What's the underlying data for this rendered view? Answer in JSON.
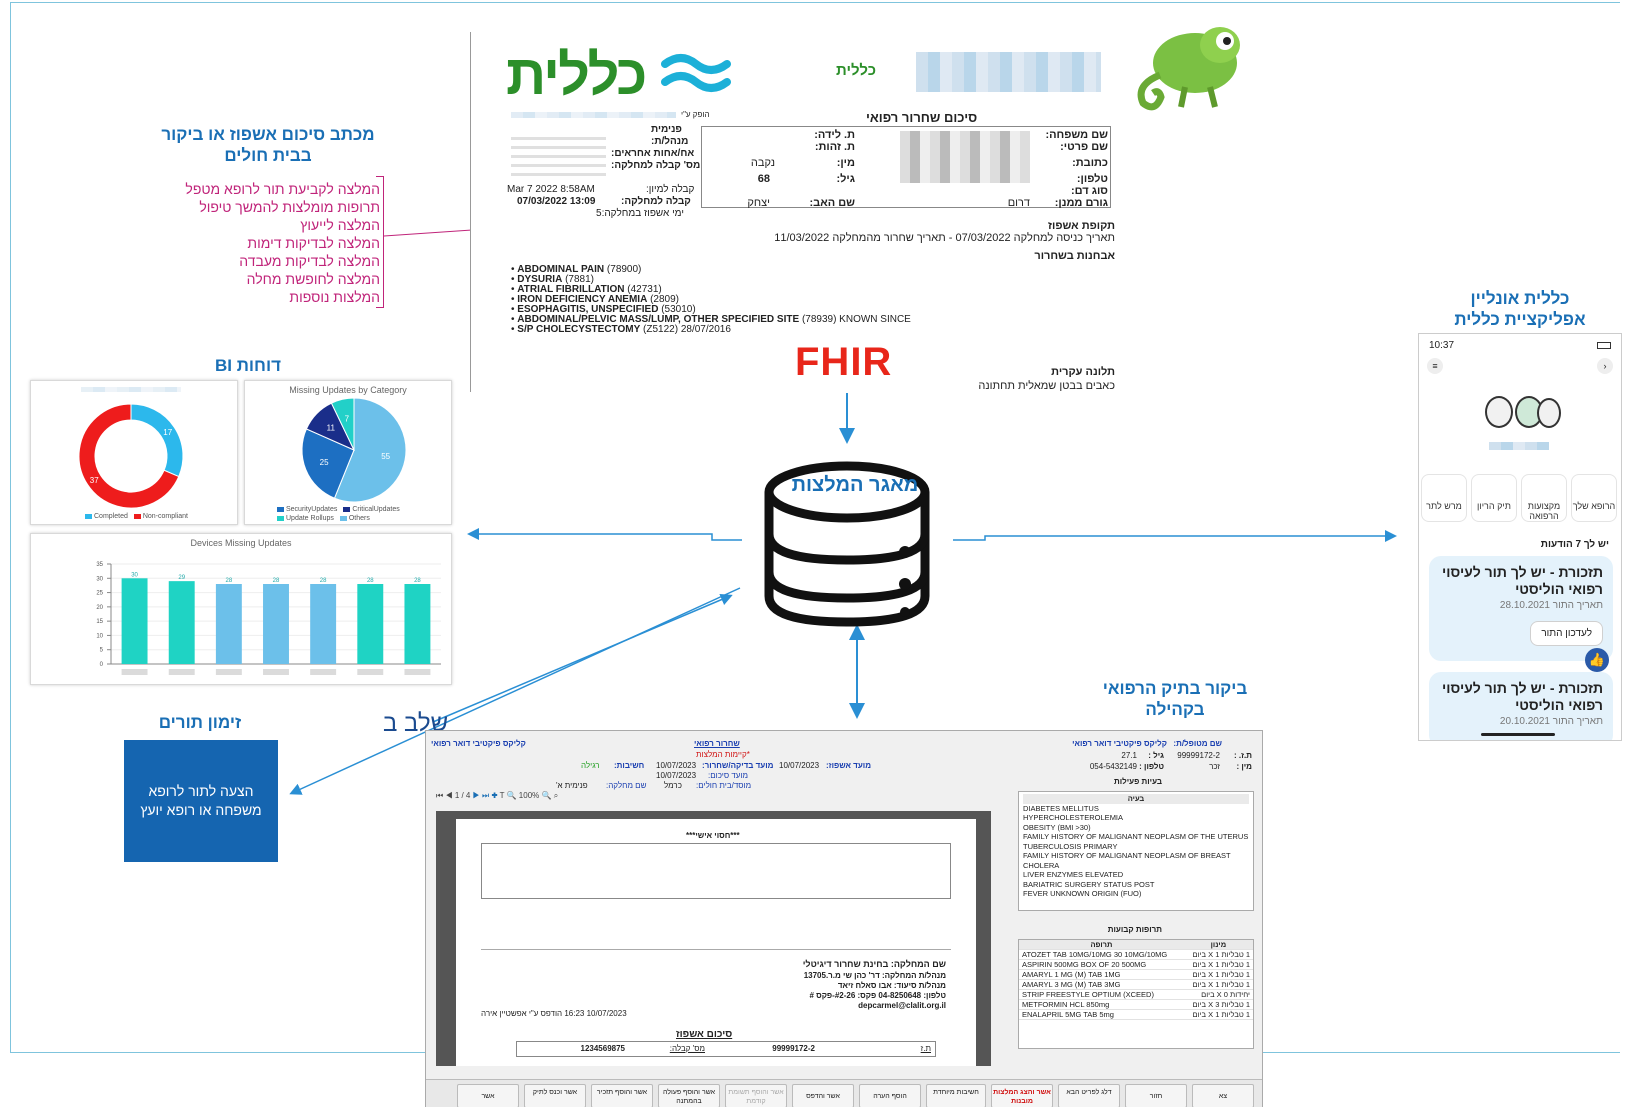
{
  "titles": {
    "discharge_letter": "מכתב סיכום אשפוז או ביקור בבית חולים",
    "bi_reports": "דוחות BI",
    "appointments": "זימון תורים",
    "clalit_online": "כללית אונליין אפליקציית כללית",
    "emr_visit": "ביקור בתיק הרפואי בקהילה",
    "fhir": "FHIR",
    "repository": "מאגר המלצות",
    "stage_b": "שלב ב"
  },
  "recommendations": [
    "המלצה לקביעת תור לרופא מטפל",
    "תרופות מומלצות להמשך טיפול",
    "המלצה לייעוץ",
    "המלצה לבדיקות דימות",
    "המלצה לבדיקות מעבדה",
    "המלצה לחופשת מחלה",
    "המלצות נוספות"
  ],
  "appointment_box": "הצעה לתור לרופא משפחה או רופא יועץ",
  "discharge_doc": {
    "logo": "כללית",
    "sublogo": "כללית",
    "doc_title": "סיכום שחרור רפואי",
    "issued_by": "הופק ע\"י",
    "left_fields": [
      "פנימית",
      "מנהל/ת:",
      "אח/אחות אחראים:",
      "מס' קבלה למחלקה:",
      "קבלה למיון:",
      "קבלה למחלקה:",
      "ימי אשפוז במחלקה:5"
    ],
    "admit_er": "Mar 7 2022 8:58AM",
    "admit_ward": "13:09 07/03/2022",
    "box_labels_right": [
      "שם משפחה:",
      "שם פרטי:",
      "כתובת:",
      "טלפון:",
      "סוג דם:",
      "גורם ממנן:"
    ],
    "box_labels_mid": [
      "ת. לידה:",
      "ת. זהות:",
      "מין:",
      "גיל:",
      "שם האב:"
    ],
    "gender": "נקבה",
    "age": "68",
    "father": "יצחק",
    "region": "דרום",
    "period_label": "תקופת אשפוז",
    "period_line": "תאריך כניסה למחלקה 07/03/2022 - תאריך שחרור מהמחלקה 11/03/2022",
    "diag_label": "אבחנות בשחרור",
    "diagnoses": [
      {
        "name": "ABDOMINAL PAIN",
        "code": "(78900)"
      },
      {
        "name": "DYSURIA",
        "code": "(7881)"
      },
      {
        "name": "ATRIAL FIBRILLATION",
        "code": "(42731)"
      },
      {
        "name": "IRON DEFICIENCY ANEMIA",
        "code": "(2809)"
      },
      {
        "name": "ESOPHAGITIS, UNSPECIFIED",
        "code": "(53010)"
      },
      {
        "name": "ABDOMINAL/PELVIC MASS/LUMP, OTHER SPECIFIED SITE",
        "code": "(78939) KNOWN SINCE"
      },
      {
        "name": "S/P CHOLECYSTECTOMY",
        "code": "(Z5122) 28/07/2016"
      }
    ],
    "complaint_label": "תלונה עקרית",
    "complaint": "כאבים בבטן שמאלית תחתונה"
  },
  "bi": {
    "donut_legend": [
      "Completed",
      "Non-compliant"
    ],
    "donut_values": [
      {
        "label": "17",
        "value": 17,
        "color": "#2cb8ec"
      },
      {
        "label": "37",
        "value": 37,
        "color": "#ee1c1c"
      }
    ],
    "pie_title": "Missing Updates by Category",
    "pie_values": [
      {
        "label": "55",
        "value": 55,
        "color": "#6cc0ea"
      },
      {
        "label": "25",
        "value": 25,
        "color": "#1d6fc2"
      },
      {
        "label": "11",
        "value": 11,
        "color": "#1a2e8a"
      },
      {
        "label": "7",
        "value": 7,
        "color": "#22d0c8"
      }
    ],
    "pie_legend": [
      "SecurityUpdates",
      "CriticalUpdates",
      "Update Rollups",
      "Others"
    ],
    "bar_title": "Devices Missing Updates"
  },
  "chart_data": {
    "type": "bar",
    "title": "Devices Missing Updates",
    "ylim": [
      0,
      35
    ],
    "yticks": [
      "0",
      "5",
      "10",
      "15",
      "20",
      "25",
      "30",
      "35"
    ],
    "values": [
      30,
      29,
      28,
      28,
      28,
      28,
      28
    ],
    "value_labels": [
      "30",
      "29",
      "28",
      "28",
      "28",
      "28",
      "28"
    ],
    "colors": [
      "#1fd3c4",
      "#1fd3c4",
      "#6cc0ea",
      "#6cc0ea",
      "#6cc0ea",
      "#1fd3c4",
      "#1fd3c4"
    ]
  },
  "phone": {
    "time": "10:37",
    "messages": "יש לך 7 הודעות",
    "icons": [
      "הרופא שלך",
      "מקצועות הרפואה",
      "תיק הריון",
      "מרש לתר"
    ],
    "card1_title": "תזכורת - יש לך תור לעיסוי רפואי הוליסטי",
    "card1_date": "תאריך התור 28.10.2021",
    "card1_button": "לעדכון התור",
    "card2_title": "תזכורת - יש לך תור לעיסוי רפואי הוליסטי",
    "card2_date": "תאריך התור 20.10.2021"
  },
  "emr": {
    "clinic_right": "קליקס פיקטיבי דואר רפואי",
    "therapist_label": "שם מטופל/ת:",
    "therapist": "קליקס פיקטיבי דואר רפואי",
    "id_label": "ת.ז. :",
    "id": "99999172-2",
    "age_label": "גיל :",
    "age": "27.1",
    "gender_label": "מין :",
    "gender": "זכר",
    "phone_label": "טלפון :",
    "phone": "054-5432149",
    "clinic_left": "קליקס פיקטיבי דואר רפואי",
    "discharge_link": "שחרור רפואי",
    "discharge_sub": "*קיימות המלצות",
    "admit_label": "מועד אשפוז:",
    "admit_date": "10/07/2023",
    "check_label": "מועד בדיקה/שחרור:",
    "check_date": "10/07/2023",
    "summary_label": "מועד סיכום:",
    "summary_date": "10/07/2023",
    "urgency_label": "חשיבות:",
    "urgency": "רגילה",
    "hospital_label": "מוסד/בית חולים:",
    "hospital": "כרמל",
    "dept_label": "שם מחלקה:",
    "dept": "פנימית א'",
    "problems_title": "בעיות פעילות",
    "problems_header": "בעיה",
    "problems": [
      "DIABETES MELLITUS",
      "HYPERCHOLESTEROLEMIA",
      "OBESITY (BMI >30)",
      "FAMILY HISTORY OF MALIGNANT NEOPLASM OF THE UTERUS",
      "TUBERCULOSIS PRIMARY",
      "FAMILY HISTORY OF MALIGNANT NEOPLASM OF BREAST",
      "CHOLERA",
      "LIVER ENZYMES ELEVATED",
      "BARIATRIC SURGERY STATUS POST",
      "FEVER UNKNOWN ORIGIN (FUO)"
    ],
    "meds_title": "תרופות קבועות",
    "meds_header": [
      "תרופה",
      "מינון"
    ],
    "meds": [
      [
        "ATOZET TAB 10MG/10MG 30 10MG/10MG",
        "1 טבליות X 1 ביום"
      ],
      [
        "ASPIRIN 500MG BOX OF 20 500MG",
        "1 טבליות X 1 ביום"
      ],
      [
        "AMARYL 1 MG (M) TAB 1MG",
        "1 טבליות X 1 ביום"
      ],
      [
        "AMARYL 3 MG (M) TAB 3MG",
        "1 טבליות X 1 ביום"
      ],
      [
        "STRIP FREESTYLE OPTIUM (XCEED)",
        "יחידות X 0 ביום"
      ],
      [
        "METFORMIN HCL 850mg",
        "1 טבליות X 3 ביום"
      ],
      [
        "ENALAPRIL 5MG TAB 5mg",
        "1 טבליות X 1 ביום"
      ]
    ],
    "page_nav": "1 / 4",
    "zoom": "100%",
    "personal": "***חסוי אישי***",
    "dept_name": "שם המחלקה: בחינת שחרור דיגיטלי",
    "head": "מנהל/ת המחלקה: דר' כהן שי מ.ר.13705",
    "nurse": "מנהל/ת סיעוד: אבו סאלח זיאד",
    "contact": "טלפון: 04-8250648 פקס: #2-26-פקס #",
    "email": "depcarmel@clalit.org.il",
    "printed": "10/07/2023 16:23 הודפס ע\"י אפשטיין אירה",
    "summary_head": "סיכום אשפוז",
    "id_row": "ת.ז",
    "id_value": "99999172-2",
    "admission_no_label": "מס' קבלה:",
    "admission_no": "1234569875",
    "buttons": [
      "צא",
      "חזור",
      "דלג לפריט הבא",
      "אשר והצג המלצות מובנות",
      "חשיבות מיוחדת",
      "הוסף הערה",
      "אשר והדפס",
      "אשר והוסף תשומת קודמת",
      "אשר והוסף פעולה בהמתנה",
      "אשר והוסף תזכיר",
      "אשר וכנס לתיק",
      "אשר"
    ]
  }
}
